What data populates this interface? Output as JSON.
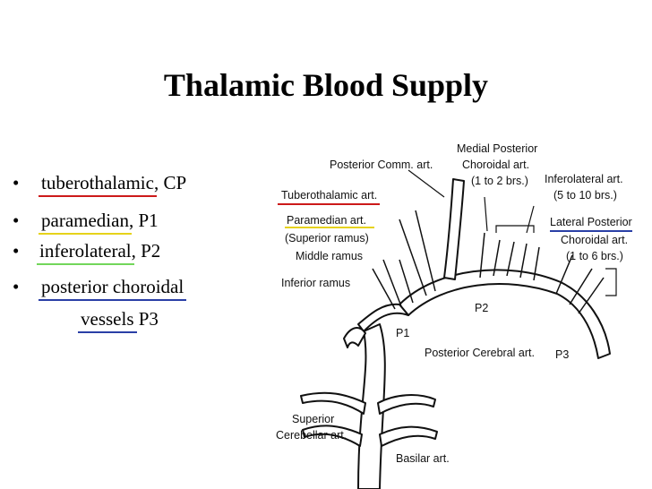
{
  "title": "Thalamic Blood Supply",
  "bullets": [
    {
      "bullet": "•",
      "term": "tuberothalamic",
      "rest": ", CP",
      "underline": "#cc1a1a"
    },
    {
      "bullet": "•",
      "term": "paramedian",
      "rest": ", P1",
      "underline": "#e6d21a"
    },
    {
      "bullet": "•",
      "term": "inferolateral",
      "rest": ", P2",
      "underline": "#72d65a"
    },
    {
      "bullet": "•",
      "term": "posterior choroidal",
      "rest": "",
      "underline": "#2a3fa6"
    }
  ],
  "continuation": {
    "term": "vessels",
    "rest": " P3",
    "underline": "#2a3fa6"
  },
  "diagram_labels": {
    "medial_posterior": "Medial Posterior",
    "choroidal_art": "Choroidal art.",
    "one_to_two": "(1 to 2 brs.)",
    "posterior_comm": "Posterior Comm. art.",
    "inferolateral": "Inferolateral art.",
    "five_to_ten": "(5 to 10 brs.)",
    "tuberothalamic": "Tuberothalamic art.",
    "lateral_posterior": "Lateral Posterior",
    "choroidal_art_2": "Choroidal art.",
    "one_to_six": "(1 to 6 brs.)",
    "paramedian": "Paramedian art.",
    "superior_ramus": "(Superior ramus)",
    "middle_ramus": "Middle ramus",
    "inferior_ramus": "Inferior ramus",
    "p2": "P2",
    "p1": "P1",
    "posterior_cerebral": "Posterior Cerebral art.",
    "p3": "P3",
    "superior": "Superior",
    "cerebellar": "Cerebellar art.",
    "basilar": "Basilar art."
  },
  "colors": {
    "red": "#cc1a1a",
    "yellow": "#e6d21a",
    "green": "#72d65a",
    "blue": "#2a3fa6"
  }
}
